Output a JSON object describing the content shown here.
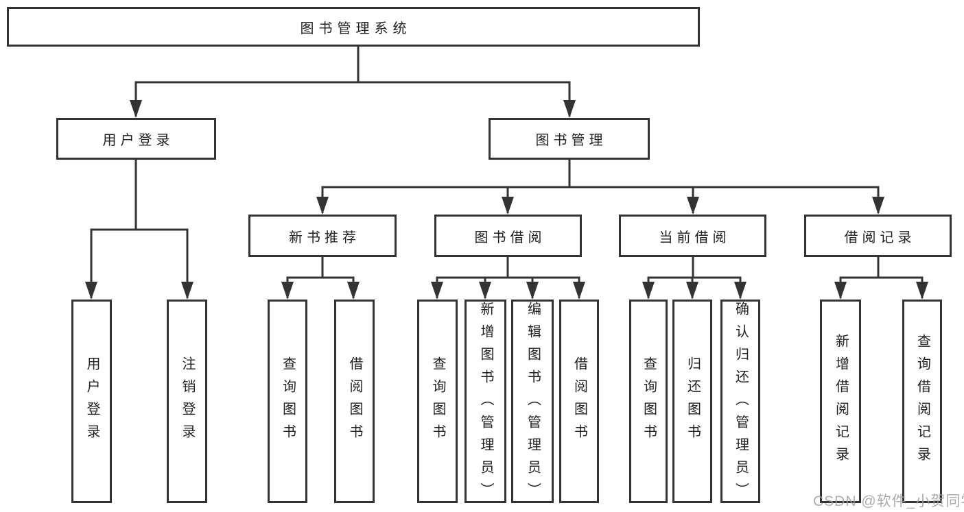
{
  "tree": {
    "root": "图书管理系统",
    "level2": [
      {
        "label": "用户登录"
      },
      {
        "label": "图书管理"
      }
    ],
    "level3": [
      {
        "label": "新书推荐"
      },
      {
        "label": "图书借阅"
      },
      {
        "label": "当前借阅"
      },
      {
        "label": "借阅记录"
      }
    ],
    "leaves": {
      "user_login": [
        "用户登录",
        "注销登录"
      ],
      "new_book": [
        "查询图书",
        "借阅图书"
      ],
      "borrow": [
        "查询图书",
        "新增图书（管理员）",
        "编辑图书（管理员）",
        "借阅图书"
      ],
      "current": [
        "查询图书",
        "归还图书",
        "确认归还（管理员）"
      ],
      "records": [
        "新增借阅记录",
        "查询借阅记录"
      ]
    }
  },
  "watermark": "CSDN @软件_小贺同学",
  "colors": {
    "line": "#333333",
    "box_fill": "#ffffff",
    "text": "#222222",
    "watermark": "#9f9f9f"
  }
}
